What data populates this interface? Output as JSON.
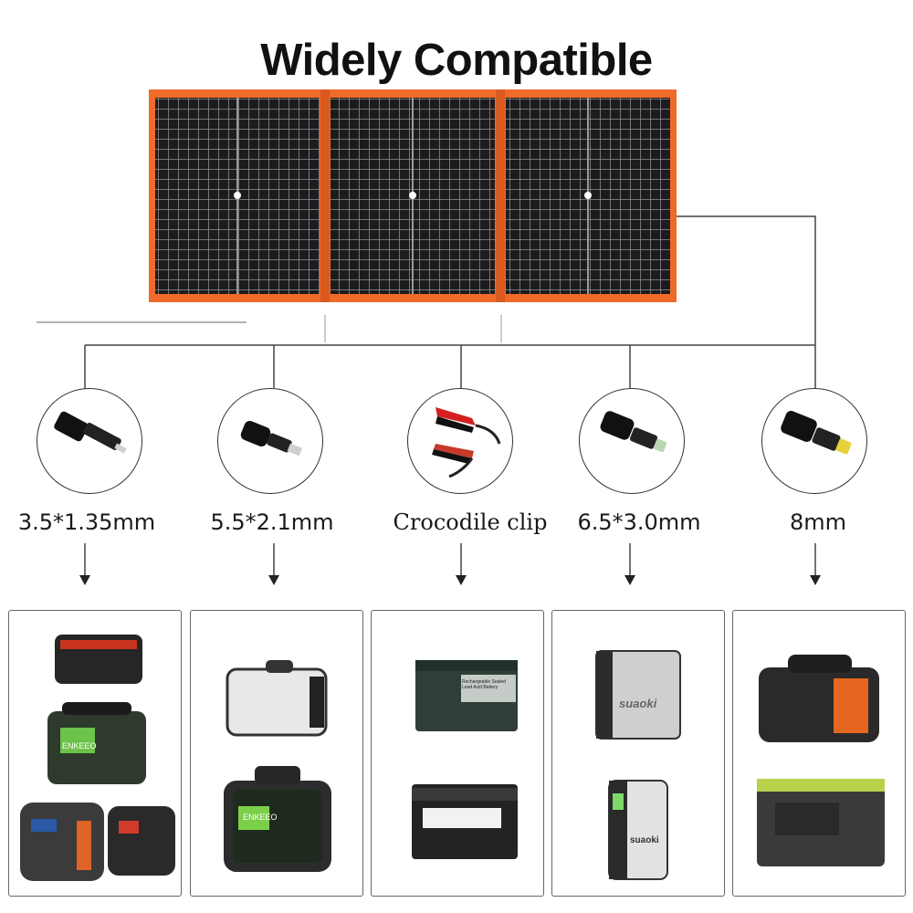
{
  "title": "Widely Compatible",
  "colors": {
    "panel_frame": "#f06a28",
    "cell": "#1c1c1e",
    "wire": "#444444"
  },
  "connectors": [
    {
      "label": "3.5*1.35mm",
      "icon": "barrel-plug-3.5-icon"
    },
    {
      "label": "5.5*2.1mm",
      "icon": "barrel-plug-5.5-icon"
    },
    {
      "label": "Crocodile clip",
      "icon": "crocodile-clip-icon"
    },
    {
      "label": "6.5*3.0mm",
      "icon": "barrel-plug-6.5-icon"
    },
    {
      "label": "8mm",
      "icon": "barrel-plug-8mm-icon"
    }
  ],
  "device_groups": [
    {
      "devices": [
        {
          "brand": "",
          "label": ""
        },
        {
          "brand": "ENKEEO"
        },
        {
          "brand": ""
        },
        {
          "brand": ""
        }
      ]
    },
    {
      "devices": [
        {
          "brand": ""
        },
        {
          "brand": "ENKEEO"
        }
      ]
    },
    {
      "devices": [
        {
          "brand": "",
          "label": "Rechargeable Sealed Lead Acid Battery"
        },
        {
          "brand": ""
        }
      ]
    },
    {
      "devices": [
        {
          "brand": "suaoki"
        },
        {
          "brand": "suaoki"
        }
      ]
    },
    {
      "devices": [
        {
          "brand": ""
        },
        {
          "brand": ""
        }
      ]
    }
  ]
}
